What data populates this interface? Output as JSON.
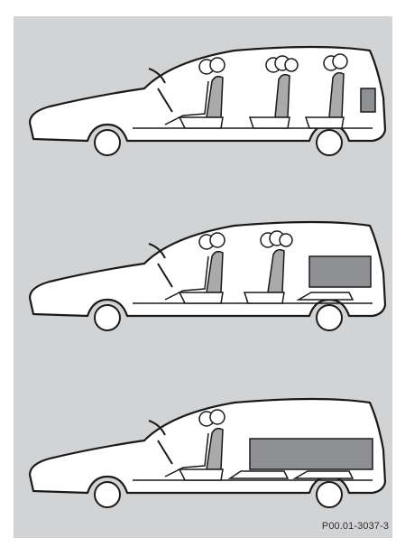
{
  "figure": {
    "reference_code": "P00.01-3037-3",
    "colors": {
      "background": "#d2d3d5",
      "vehicle_body": "#ffffff",
      "outline": "#1a1a1a",
      "seat_fill": "#a9aaac",
      "cargo_fill": "#8f9093",
      "caption_text": "#2e2e2e"
    },
    "illustrations": [
      {
        "id": "three-rows-occupied",
        "occupied_rows": 3,
        "cargo_size": "small",
        "rows_folded": 0
      },
      {
        "id": "third-row-folded",
        "occupied_rows": 2,
        "cargo_size": "medium",
        "rows_folded": 1
      },
      {
        "id": "rear-rows-folded",
        "occupied_rows": 1,
        "cargo_size": "large",
        "rows_folded": 2
      }
    ]
  }
}
